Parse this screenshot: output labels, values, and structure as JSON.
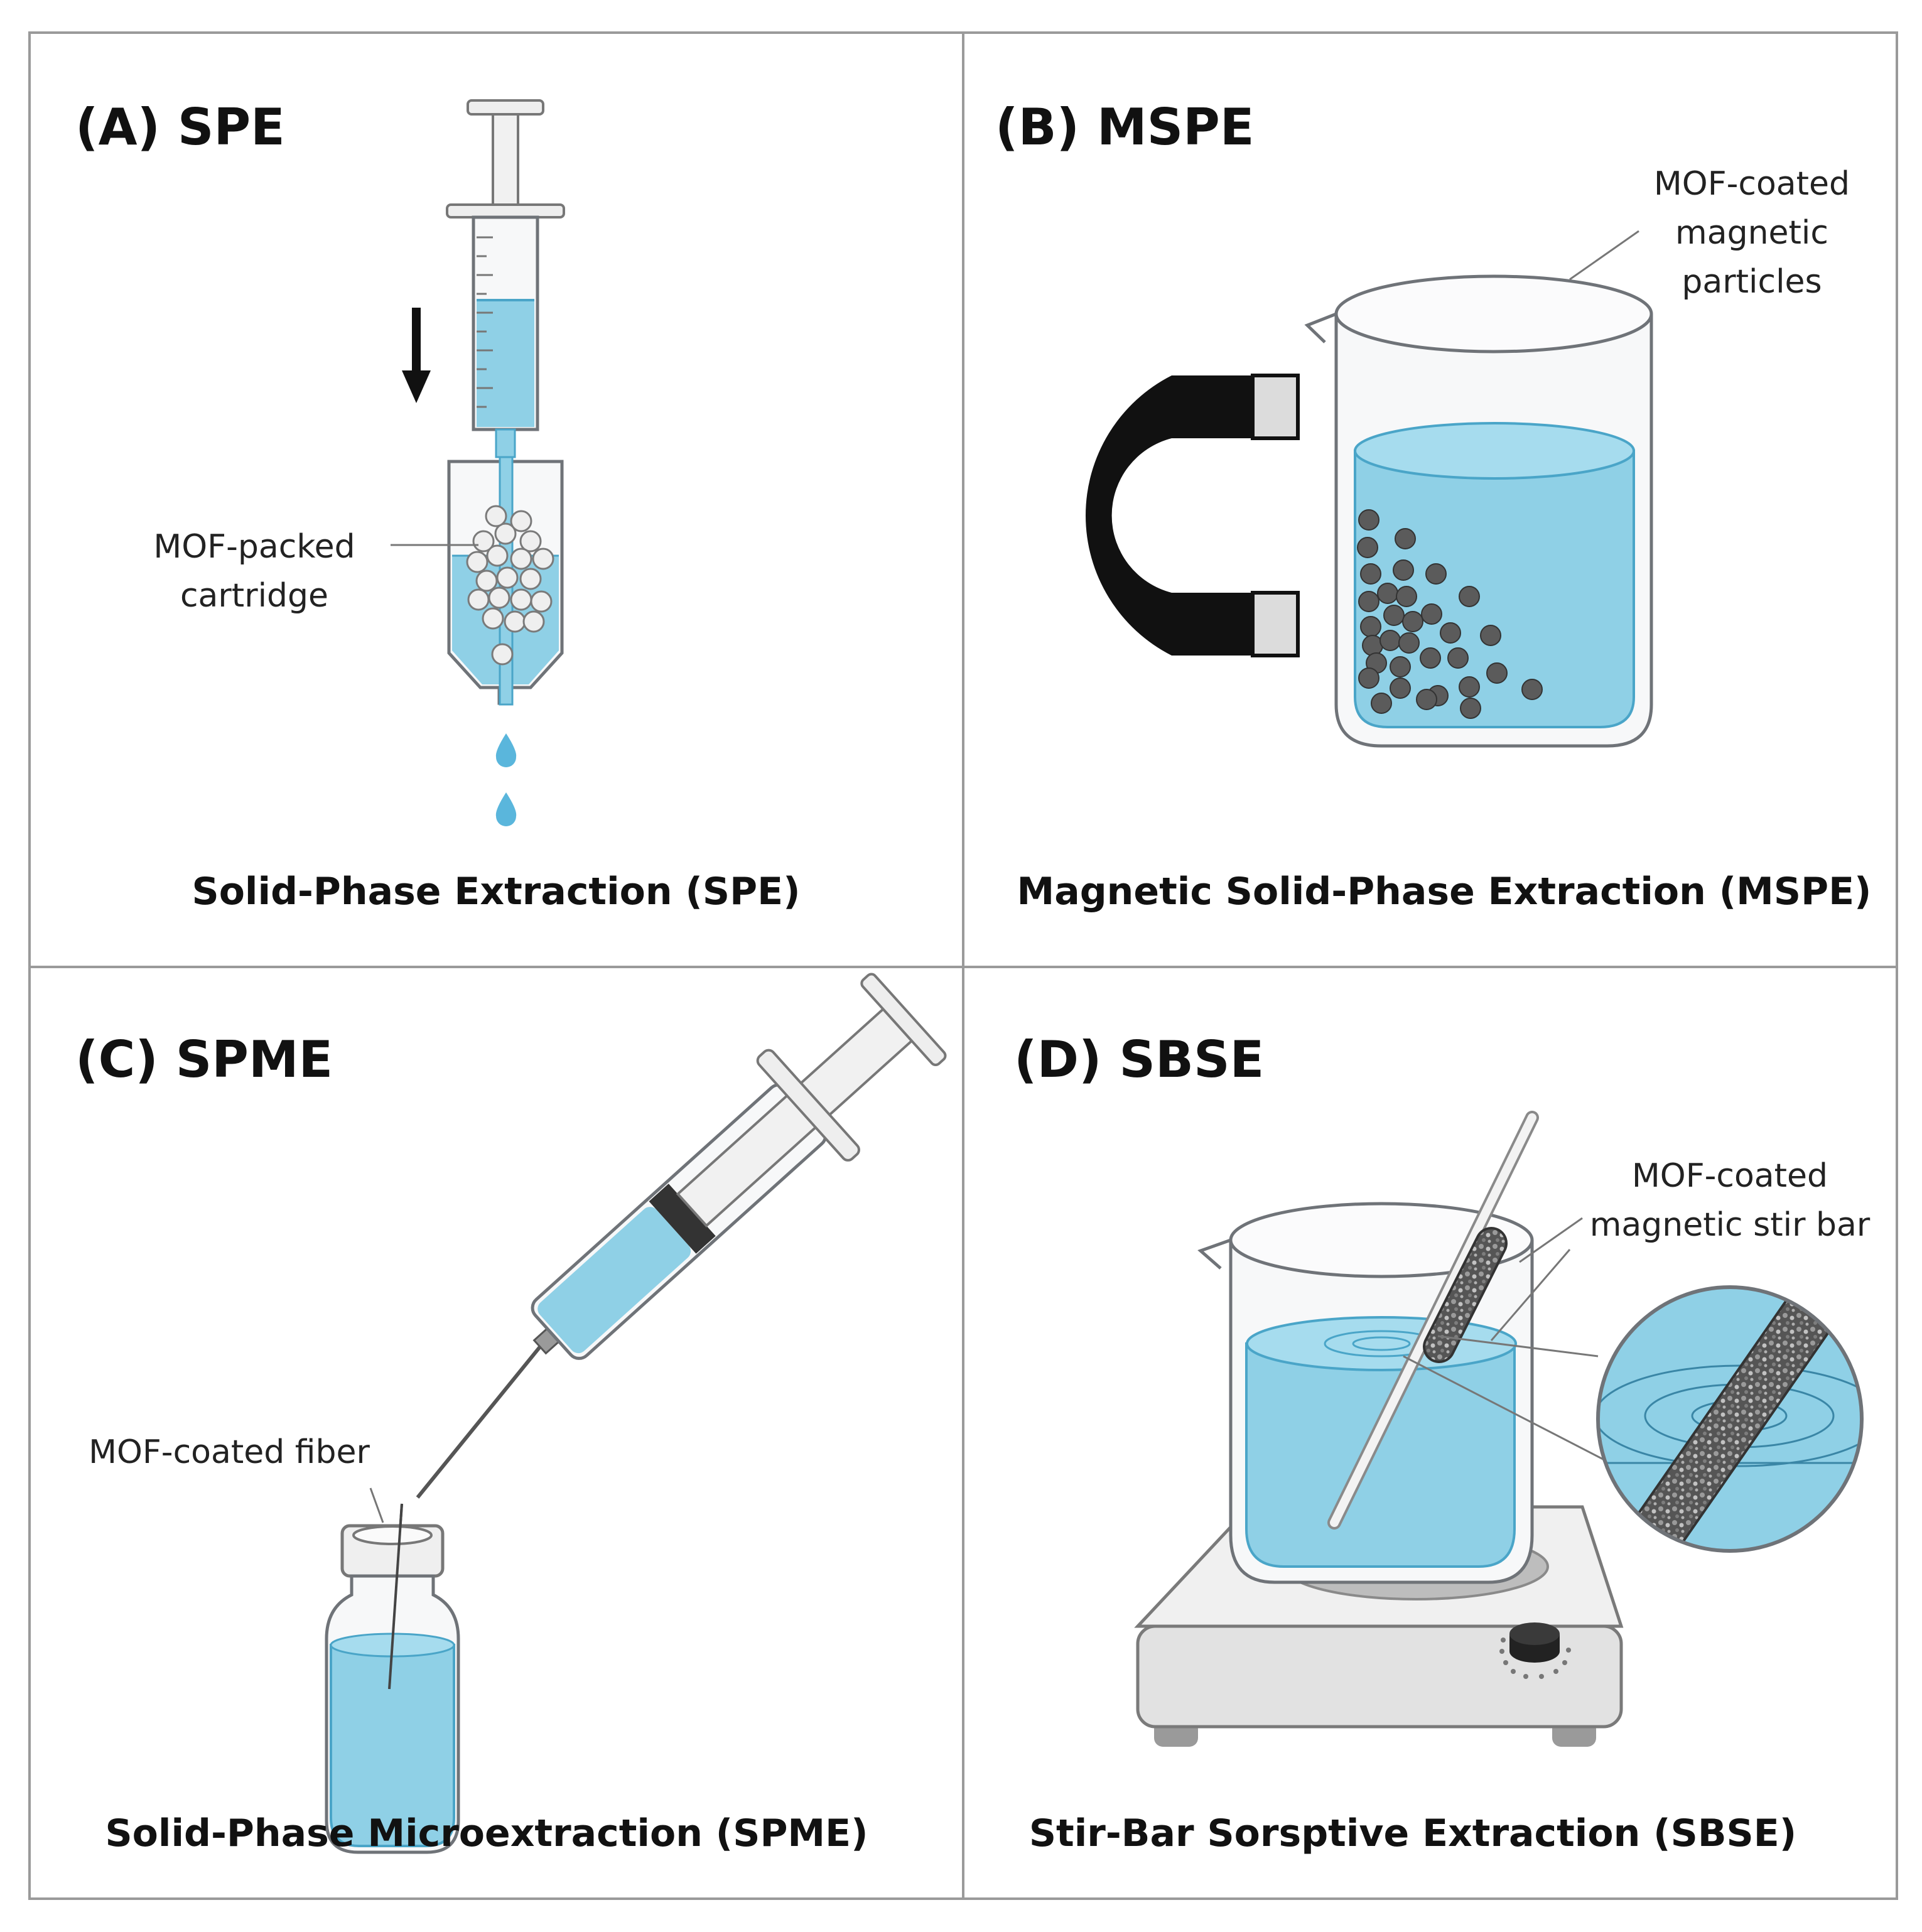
{
  "panels": {
    "a": {
      "title": "(A) SPE",
      "label_line1": "MOF-packed",
      "label_line2": "cartridge",
      "caption": "Solid-Phase Extraction (SPE)"
    },
    "b": {
      "title": "(B) MSPE",
      "label_line1": "MOF-coated",
      "label_line2": "magnetic",
      "label_line3": "particles",
      "caption": "Magnetic Solid-Phase Extraction (MSPE)"
    },
    "c": {
      "title": "(C) SPME",
      "label_line1": "MOF-coated fiber",
      "caption": "Solid-Phase Microextraction (SPME)"
    },
    "d": {
      "title": "(D) SBSE",
      "label_line1": "MOF-coated",
      "label_line2": "magnetic stir bar",
      "caption": "Stir-Bar Sorsptive Extraction (SBSE)"
    }
  },
  "colors": {
    "liquid": "#8fd0e6",
    "liquid_edge": "#4aa5c8",
    "magnet": "#111111",
    "particles": "#5b5b5b",
    "frame": "#9a9a9a"
  }
}
